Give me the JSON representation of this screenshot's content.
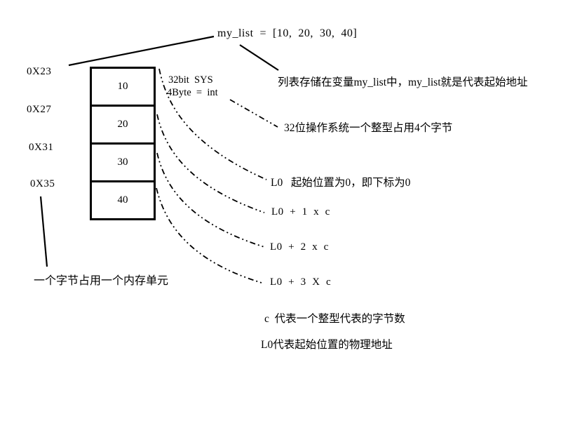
{
  "title": "my_list  =  [10,  20,  30,  40]",
  "memory": {
    "addresses": [
      "0X23",
      "0X27",
      "0X31",
      "0X35"
    ],
    "values": [
      "10",
      "20",
      "30",
      "40"
    ]
  },
  "side_notes": {
    "sys": "32bit  SYS",
    "byte": "4Byte  =  int"
  },
  "annotations": {
    "list_storage": "列表存储在变量my_list中，my_list就是代表起始地址",
    "int_size": "32位操作系统一个整型占用4个字节",
    "offsets": [
      "L0   起始位置为0，即下标为0",
      "L0  +  1  x  c",
      "L0  +  2  x  c",
      "L0  +  3  X  c"
    ],
    "legend_c": "c  代表一个整型代表的字节数",
    "legend_l0": "L0代表起始位置的物理地址",
    "byte_cell": "一个字节占用一个内存单元"
  },
  "colors": {
    "ink": "#000000",
    "background": "#ffffff"
  }
}
